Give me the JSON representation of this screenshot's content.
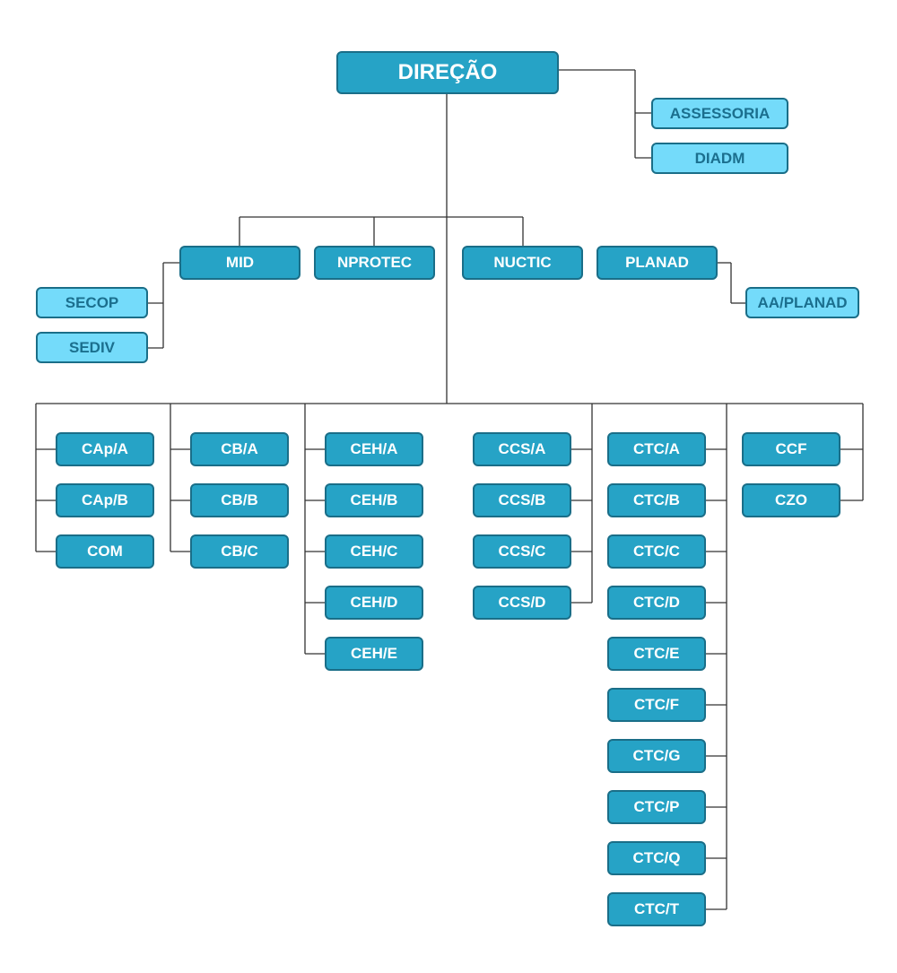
{
  "colors": {
    "primary_fill": "#26a3c6",
    "secondary_fill": "#74dbfa",
    "border": "#1a6e88",
    "secondary_text": "#1b6f8e",
    "line": "#333333"
  },
  "org": {
    "root": "DIREÇÃO",
    "advisory": [
      "ASSESSORIA",
      "DIADM"
    ],
    "mid_level": [
      "MID",
      "NPROTEC",
      "NUCTIC",
      "PLANAD"
    ],
    "mid_children": [
      "SECOP",
      "SEDIV"
    ],
    "planad_children": [
      "AA/PLANAD"
    ],
    "groups": [
      [
        "CAp/A",
        "CAp/B",
        "COM"
      ],
      [
        "CB/A",
        "CB/B",
        "CB/C"
      ],
      [
        "CEH/A",
        "CEH/B",
        "CEH/C",
        "CEH/D",
        "CEH/E"
      ],
      [
        "CCS/A",
        "CCS/B",
        "CCS/C",
        "CCS/D"
      ],
      [
        "CTC/A",
        "CTC/B",
        "CTC/C",
        "CTC/D",
        "CTC/E",
        "CTC/F",
        "CTC/G",
        "CTC/P",
        "CTC/Q",
        "CTC/T"
      ],
      [
        "CCF",
        "CZO"
      ]
    ]
  }
}
